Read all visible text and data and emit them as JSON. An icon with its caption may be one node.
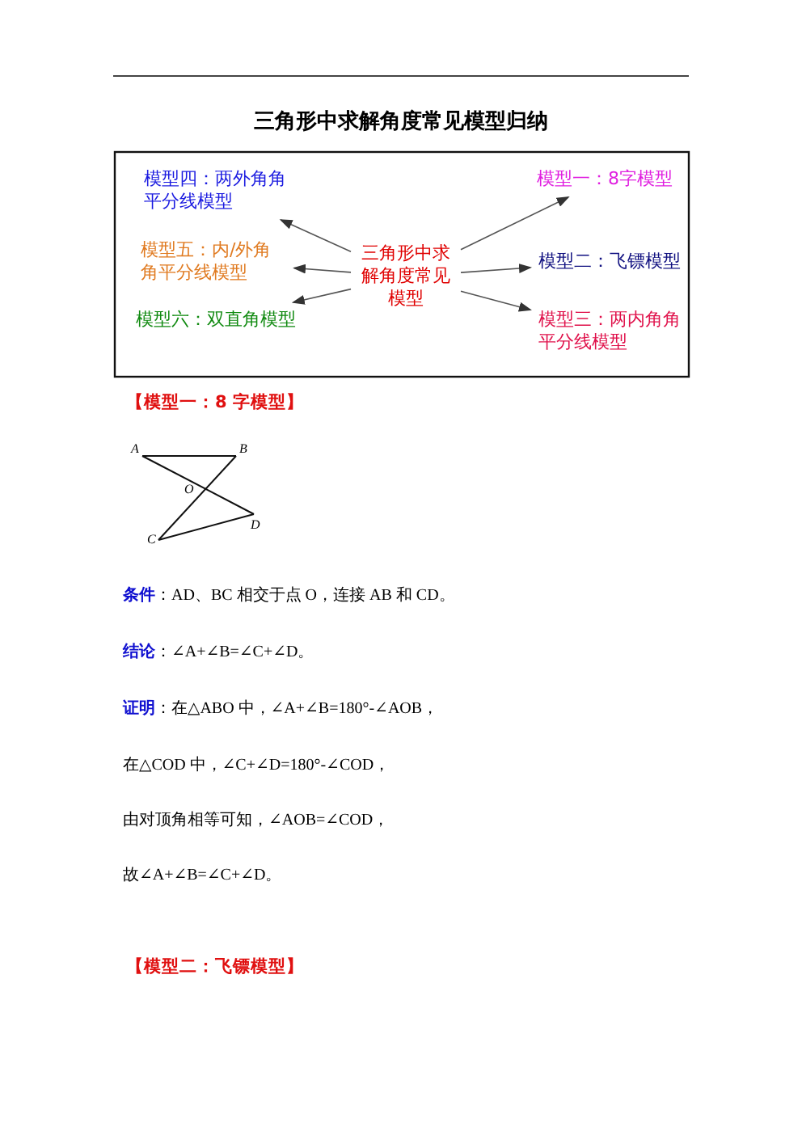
{
  "diagram": {
    "title": "三角形中求解角度常见模型归纳",
    "nodes": [
      {
        "text": [
          "三角形中求解角度常见模型"
        ]
      },
      {
        "text": [
          "模型四：两外角角平分线模型"
        ]
      },
      {
        "text": [
          "模型五：内/外角角平分线模型"
        ]
      },
      {
        "text": [
          "模型六：双直角模型"
        ]
      },
      {
        "text": [
          "模型一：8字模型"
        ]
      },
      {
        "text": [
          "模型二：飞镖模型"
        ]
      },
      {
        "text": [
          "模型三：两内角角平分线模型"
        ]
      }
    ],
    "edges": [
      {
        "from": 0,
        "to": 1,
        "arrow": "to"
      },
      {
        "from": 0,
        "to": 2,
        "arrow": "to"
      },
      {
        "from": 0,
        "to": 3,
        "arrow": "to"
      },
      {
        "from": 0,
        "to": 4,
        "arrow": "to"
      },
      {
        "from": 0,
        "to": 5,
        "arrow": "to"
      },
      {
        "from": 0,
        "to": 6,
        "arrow": "to"
      }
    ],
    "labels": [
      "【模型一：8 字模型】",
      "A",
      "B",
      "O",
      "D",
      "C",
      "**条件**：AD、BC 相交于点 O，连接 AB 和 CD。",
      "**结论**：∠A+∠B=∠C+∠D。",
      "**证明**：在△ABO 中，∠A+∠B=180°-∠AOB，",
      "在△COD 中，∠C+∠D=180°-∠COD，",
      "由对顶角相等可知，∠AOB=∠COD，",
      "故∠A+∠B=∠C+∠D。",
      "【模型二：飞镖模型】"
    ]
  }
}
